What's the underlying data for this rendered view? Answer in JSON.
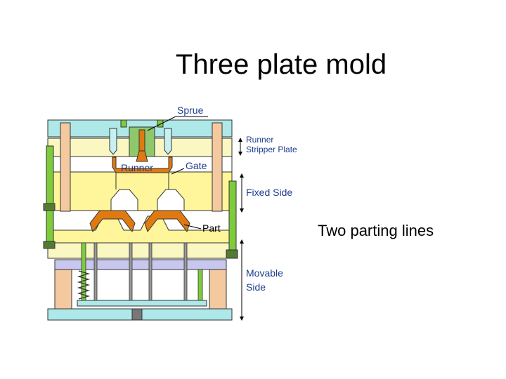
{
  "slide": {
    "title": "Three plate mold",
    "note": "Two parting lines"
  },
  "diagram": {
    "labels": {
      "sprue": "Sprue",
      "runner": "Runner",
      "gate": "Gate",
      "runner_stripper_line1": "Runner",
      "runner_stripper_line2": "Stripper Plate",
      "fixed_side": "Fixed Side",
      "part": "Part",
      "movable_side_line1": "Movable",
      "movable_side_line2": "Side"
    },
    "colors": {
      "clamp_plate": "#aee8e8",
      "plate": "#fbf7c2",
      "cavity": "#fff59a",
      "part": "#e07a10",
      "pin": "#f5c9a0",
      "guide": "#7ecb3c",
      "support": "#c7c7ef",
      "outline": "#333333",
      "arrow": "#000000"
    }
  }
}
